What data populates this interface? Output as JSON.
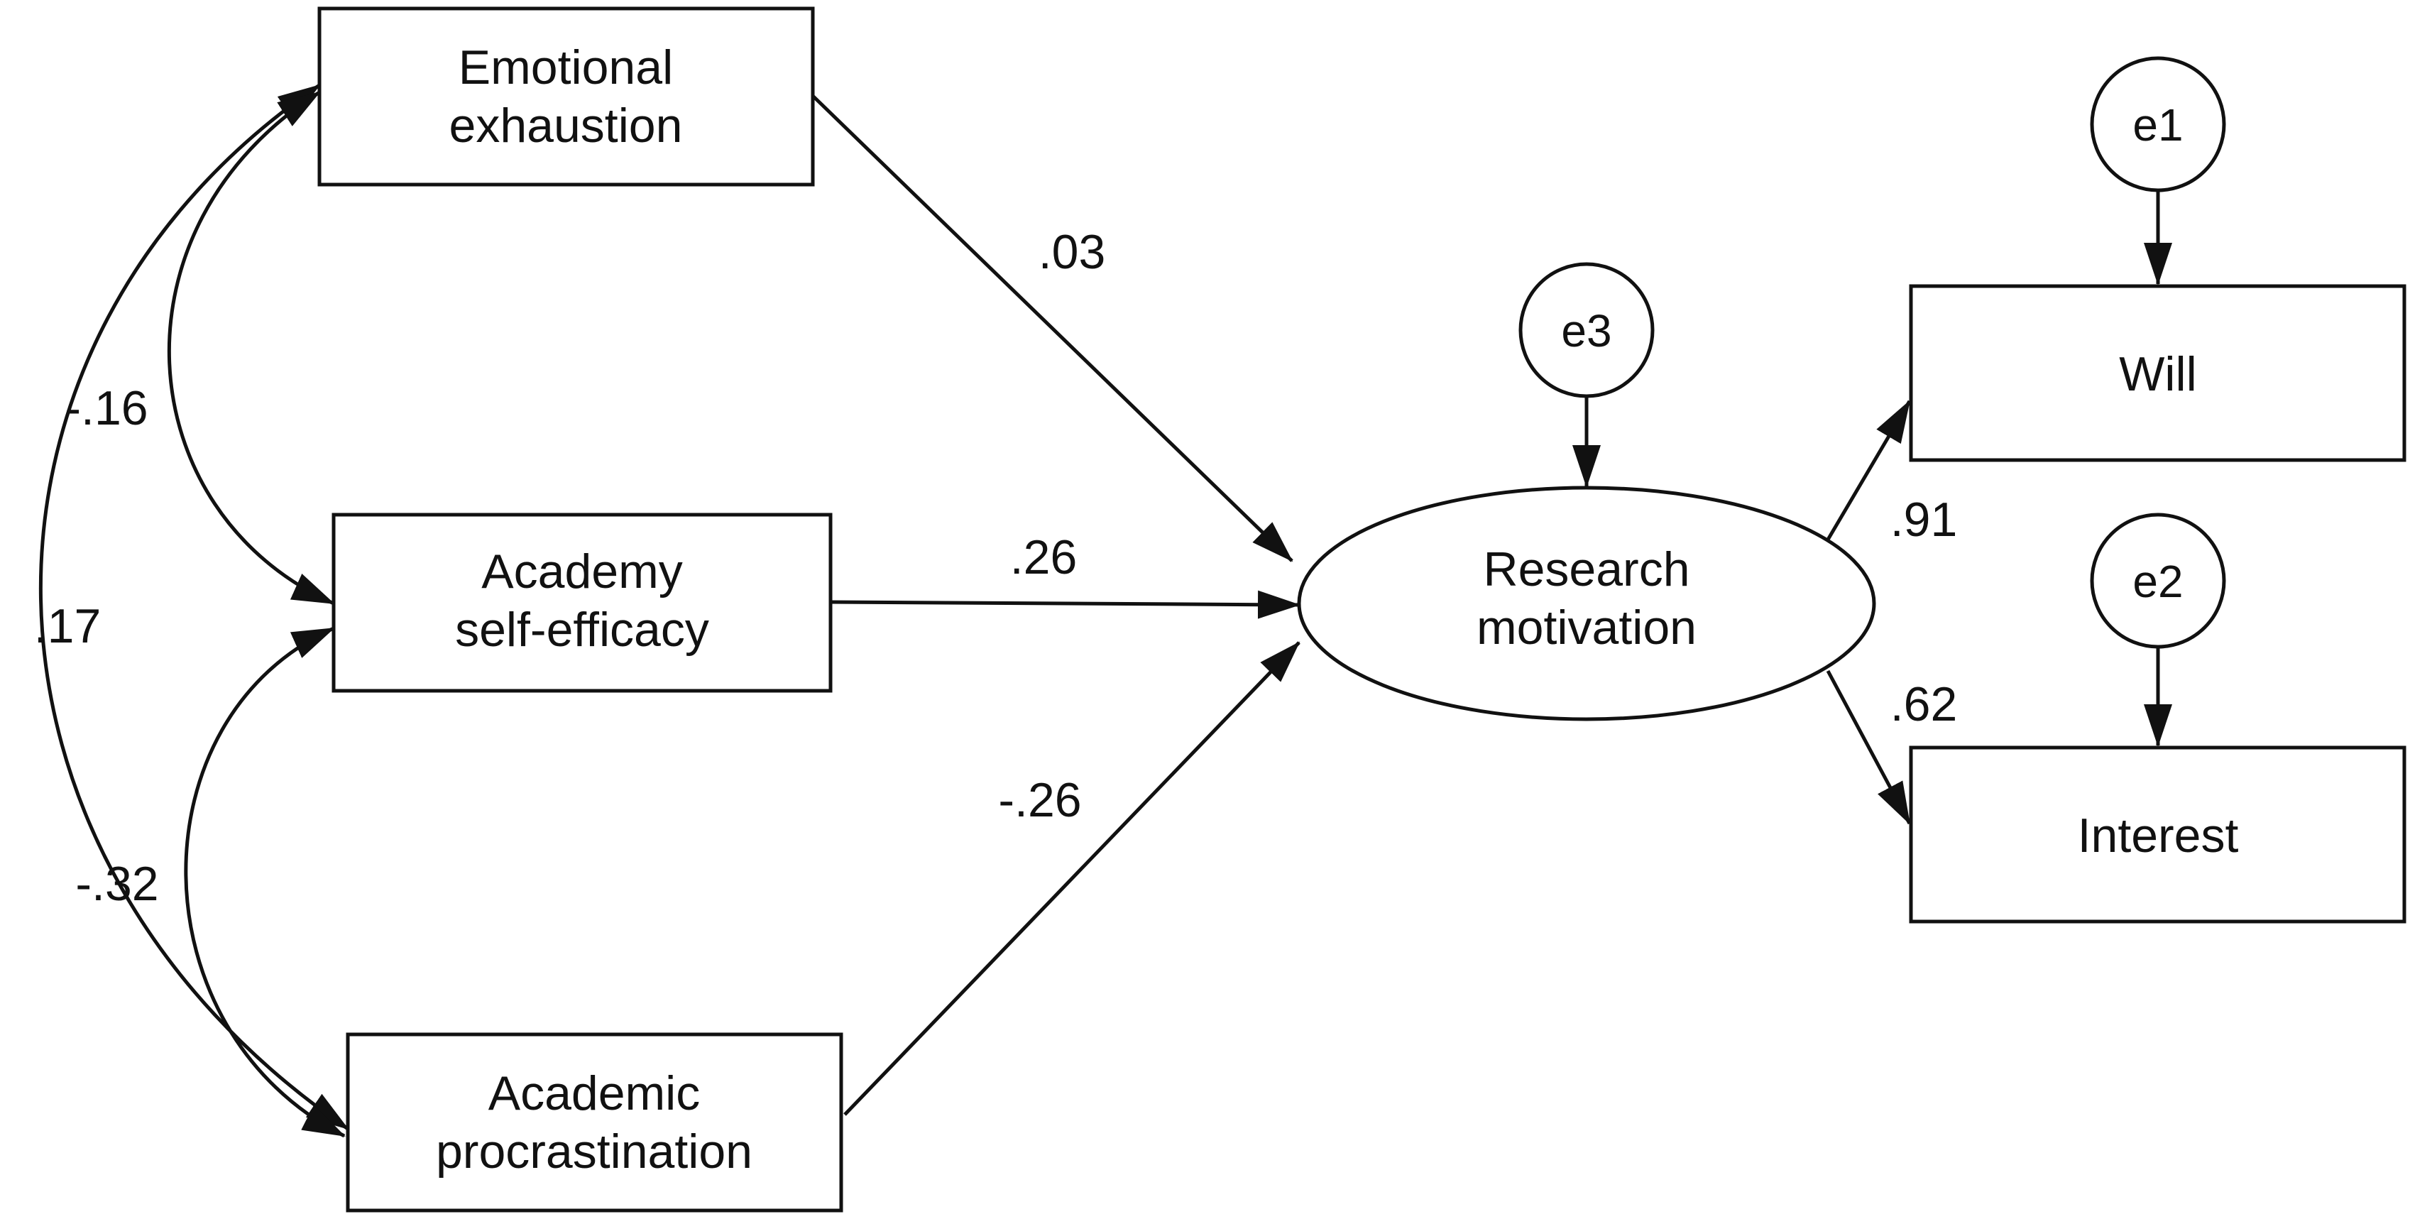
{
  "diagram": {
    "colors": {
      "stroke": "#111111",
      "fill": "#ffffff",
      "text": "#111111"
    },
    "observed": {
      "emotional_exhaustion": {
        "line1": "Emotional",
        "line2": "exhaustion"
      },
      "academy_self_efficacy": {
        "line1": "Academy",
        "line2": "self-efficacy"
      },
      "academic_procrastination": {
        "line1": "Academic",
        "line2": "procrastination"
      },
      "will": {
        "label": "Will"
      },
      "interest": {
        "label": "Interest"
      }
    },
    "latent": {
      "research_motivation": {
        "line1": "Research",
        "line2": "motivation"
      }
    },
    "errors": {
      "e1": "e1",
      "e2": "e2",
      "e3": "e3"
    },
    "paths": {
      "emotional_exhaustion_to_motivation": ".03",
      "self_efficacy_to_motivation": ".26",
      "procrastination_to_motivation": "-.26",
      "motivation_to_will": ".91",
      "motivation_to_interest": ".62"
    },
    "correlations": {
      "exhaustion_self_efficacy": "-.16",
      "exhaustion_procrastination": ".17",
      "self_efficacy_procrastination": "-.32"
    }
  }
}
